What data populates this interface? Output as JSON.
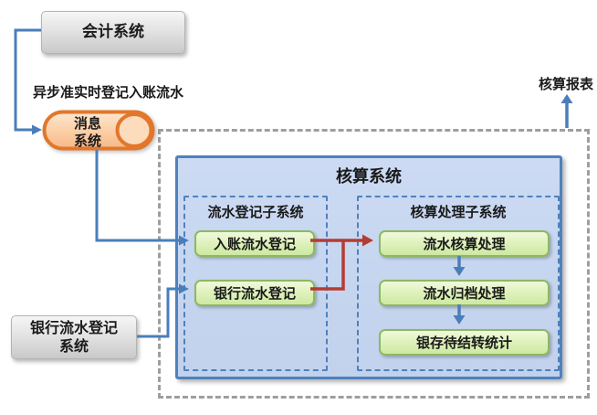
{
  "nodes": {
    "accounting_system": {
      "label": "会计系统"
    },
    "message_system": {
      "line1": "消息",
      "line2": "系统"
    },
    "bank_flow_system": {
      "line1": "银行流水登记",
      "line2": "系统"
    },
    "core_system": {
      "title": "核算系统"
    },
    "flow_registration_subsystem": {
      "title": "流水登记子系统",
      "items": [
        "入账流水登记",
        "银行流水登记"
      ]
    },
    "processing_subsystem": {
      "title": "核算处理子系统",
      "items": [
        "流水核算处理",
        "流水归档处理",
        "银存待结转统计"
      ]
    }
  },
  "labels": {
    "async_note": "异步准实时登记入账流水",
    "report": "核算报表"
  },
  "colors": {
    "blue_arrow": "#4a7ebb",
    "red_arrow": "#b43c32",
    "core_fill": "#c6d6ef",
    "core_border": "#4f81bd",
    "green_fill": "#dcf0b4",
    "green_border": "#8cb863",
    "gray_fill": "#d9d9d9",
    "orange_border": "#e2772c",
    "orange_fill": "#fbd0a8",
    "boundary_dash": "#9e9e9e"
  }
}
